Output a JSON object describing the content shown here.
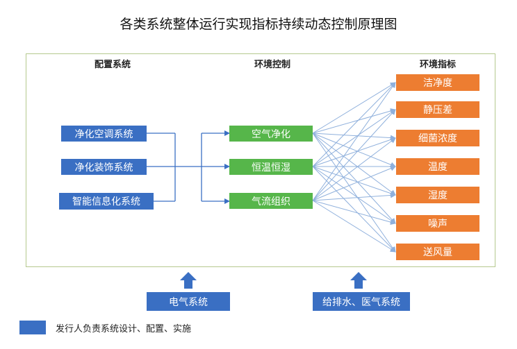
{
  "title": "各类系统整体运行实现指标持续动态控制原理图",
  "columns": {
    "config": "配置系统",
    "control": "环境控制",
    "indicator": "环境指标"
  },
  "config_systems": [
    "净化空调系统",
    "净化装饰系统",
    "智能信息化系统"
  ],
  "control_items": [
    "空气净化",
    "恒温恒湿",
    "气流组织"
  ],
  "indicators": [
    "洁净度",
    "静压差",
    "细菌浓度",
    "温度",
    "湿度",
    "噪声",
    "送风量"
  ],
  "support_systems": [
    "电气系统",
    "给排水、医气系统"
  ],
  "legend": {
    "label": "发行人负责系统设计、配置、实施",
    "color": "#3a6fc3"
  },
  "colors": {
    "blue": "#3a6fc3",
    "green": "#56b64a",
    "orange": "#ed7d31",
    "frame": "#b5c98e",
    "line": "#8fb0dc"
  }
}
